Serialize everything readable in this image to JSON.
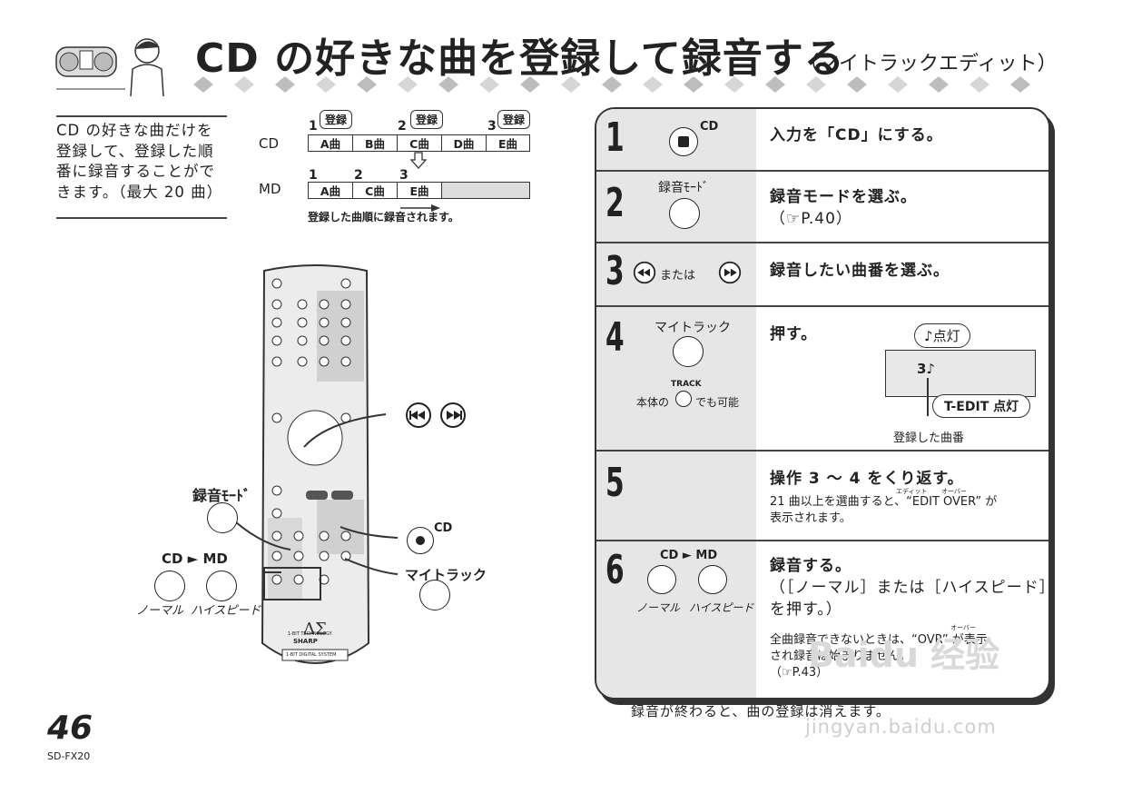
{
  "header": {
    "title": "CD の好きな曲を登録して録音する",
    "subtitle": "（マイトラックエディット）"
  },
  "intro": {
    "lines": [
      "CD の好きな曲だけを",
      "登録して、登録した順",
      "番に録音することがで",
      "きます。（最大 20 曲）"
    ]
  },
  "diagram": {
    "cd_label": "CD",
    "md_label": "MD",
    "cd_tracks": [
      "A曲",
      "B曲",
      "C曲",
      "D曲",
      "E曲"
    ],
    "md_tracks": [
      "A曲",
      "C曲",
      "E曲"
    ],
    "bubble_label": "登録",
    "order_numbers": [
      "1",
      "2",
      "3"
    ],
    "note": "登録した曲順に録音されます。"
  },
  "remote": {
    "labels": {
      "rec_mode": "録音ﾓｰﾄﾞ",
      "cd_to_md": "CD ► MD",
      "normal": "ノーマル",
      "high_speed": "ハイスピード",
      "cd": "CD",
      "my_track": "マイトラック",
      "brand": "SHARP",
      "tech": "1-BIT TECHNOLOGY",
      "system": "1-BIT DIGITAL SYSTEM"
    }
  },
  "steps": [
    {
      "num": "1",
      "key": "CD",
      "main": "入力を「CD」にする。"
    },
    {
      "num": "2",
      "key": "録音ﾓｰﾄﾞ",
      "main": "録音モードを選ぶ。",
      "ref": "（☞P.40）"
    },
    {
      "num": "3",
      "key_text": "または",
      "main": "録音したい曲番を選ぶ。"
    },
    {
      "num": "4",
      "key": "マイトラック",
      "main": "押す。",
      "track_label": "TRACK",
      "alt_left": "本体の",
      "alt_right": "でも可能",
      "display": {
        "note_lit": "♪点灯",
        "number": "3♪",
        "tedit_lit": "T-EDIT 点灯",
        "caption": "登録した曲番"
      }
    },
    {
      "num": "5",
      "main": "操作 3 ～ 4 をくり返す。",
      "sub_lines": [
        "21 曲以上を選曲すると、“EDIT OVER” が",
        "表示されます。"
      ],
      "ruby_edit": "エディット",
      "ruby_over": "オーバー"
    },
    {
      "num": "6",
      "key": "CD ► MD",
      "key_left": "ノーマル",
      "key_right": "ハイスピード",
      "main_lines": [
        "録音する。",
        "（［ノーマル］または［ハイスピード］",
        "を押す。）"
      ],
      "sub_lines": [
        "全曲録音できないときは、“OVR” が表示",
        "され録音は始まりません。",
        "（☞P.43）"
      ],
      "ruby_over": "オーバー"
    }
  ],
  "footer": {
    "note": "録音が終わると、曲の登録は消えます。",
    "page_number": "46",
    "model": "SD-FX20"
  },
  "watermark": {
    "line1": "Baidu 经验",
    "line2": "jingyan.baidu.com"
  }
}
